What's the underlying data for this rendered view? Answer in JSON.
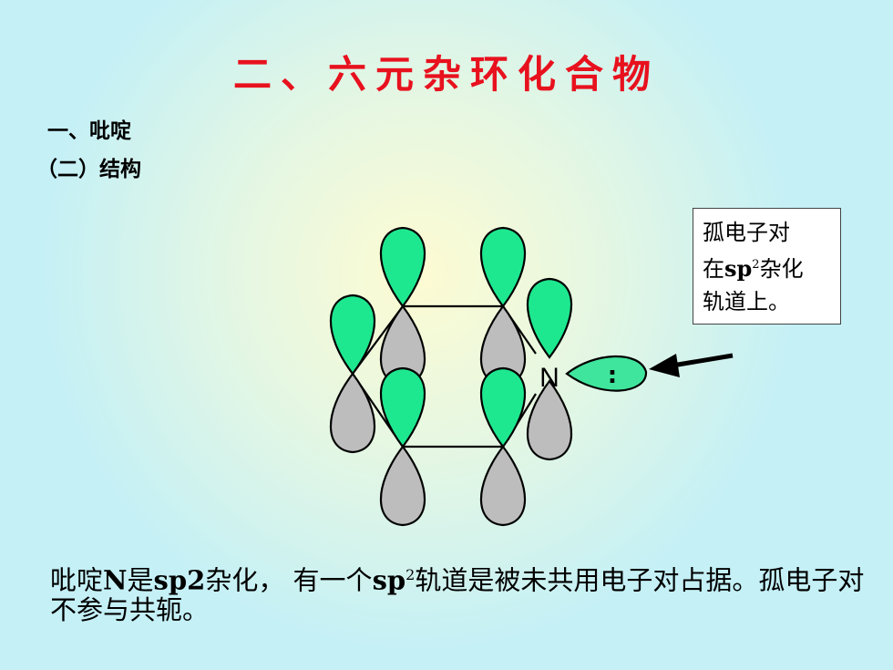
{
  "title": "二、六元杂环化合物",
  "section": "一、吡啶",
  "subsection": "（二）结构",
  "diagram": {
    "atom_label": "N",
    "lone_pair": ":",
    "colors": {
      "p_lobe_top": "#1ee88f",
      "p_lobe_bottom": "#bdbdbd",
      "sp2_orbital": "#3fe59c",
      "outline": "#000000"
    }
  },
  "callout": {
    "line1": "孤电子对",
    "line2_prefix": "在",
    "line2_sp": "sp",
    "line2_sup": "2",
    "line2_suffix": "杂化",
    "line3": "轨道上。"
  },
  "caption": {
    "p1": "吡啶",
    "p2": "N",
    "p3": "是",
    "p4": "sp2",
    "p5": "杂化， 有一个",
    "p6": "sp",
    "p7": "2",
    "p8": "轨道是被未共用电子对占据。孤电子对不参与共轭。"
  }
}
